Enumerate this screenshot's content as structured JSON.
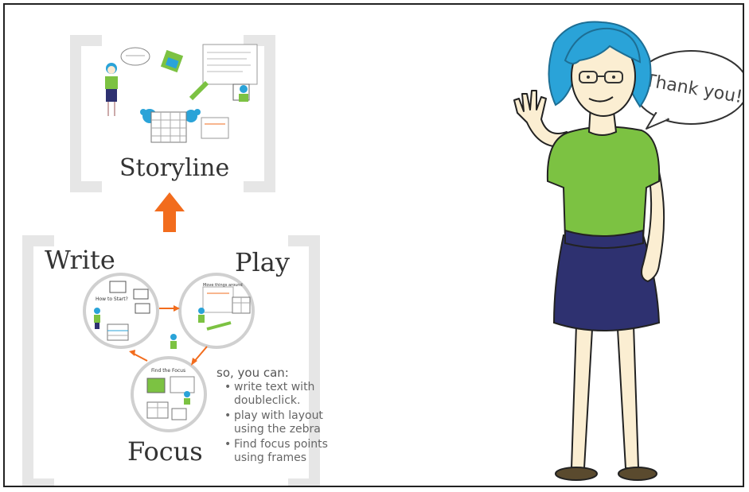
{
  "storyline": {
    "label": "Storyline"
  },
  "cycle": {
    "write_label": "Write",
    "play_label": "Play",
    "focus_label": "Focus",
    "inner_write_caption": "How to Start?",
    "inner_play_caption": "Move things around",
    "inner_focus_caption": "Find the Focus"
  },
  "tips": {
    "intro": "so, you can:",
    "items": [
      {
        "line1": "write text with",
        "line2": "doubleclick."
      },
      {
        "line1": "play with layout",
        "line2": "using the zebra"
      },
      {
        "line1": "Find focus points",
        "line2": "using frames"
      }
    ]
  },
  "character": {
    "speech": "Thank you!"
  },
  "colors": {
    "hair": "#2aa3d8",
    "shirt": "#7cc242",
    "skirt": "#2e3170",
    "arrow": "#f26c1d",
    "bracket": "#e6e6e6"
  }
}
